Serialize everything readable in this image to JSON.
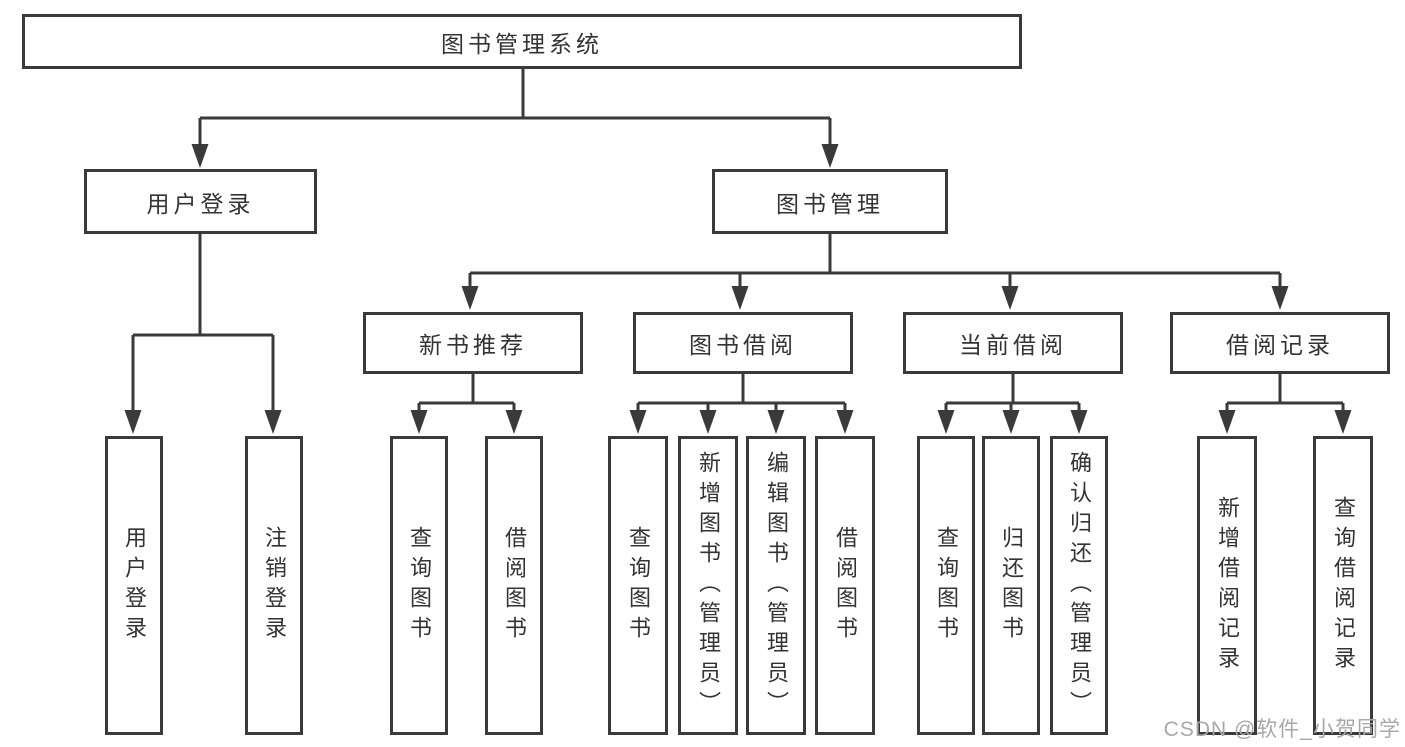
{
  "tree": {
    "label": "图书管理系统",
    "children": [
      {
        "label": "用户登录",
        "children": [
          {
            "label": "用户登录"
          },
          {
            "label": "注销登录"
          }
        ]
      },
      {
        "label": "图书管理",
        "children": [
          {
            "label": "新书推荐",
            "children": [
              {
                "label": "查询图书"
              },
              {
                "label": "借阅图书"
              }
            ]
          },
          {
            "label": "图书借阅",
            "children": [
              {
                "label": "查询图书"
              },
              {
                "label": "新增图书（管理员）"
              },
              {
                "label": "编辑图书（管理员）"
              },
              {
                "label": "借阅图书"
              }
            ]
          },
          {
            "label": "当前借阅",
            "children": [
              {
                "label": "查询图书"
              },
              {
                "label": "归还图书"
              },
              {
                "label": "确认归还（管理员）"
              }
            ]
          },
          {
            "label": "借阅记录",
            "children": [
              {
                "label": "新增借阅记录"
              },
              {
                "label": "查询借阅记录"
              }
            ]
          }
        ]
      }
    ]
  },
  "watermark": "CSDN @软件_小贺同学",
  "colors": {
    "box_border": "#3a3a3a",
    "box_fill": "#ffffff",
    "text": "#333333",
    "connector": "#3a3a3a",
    "watermark": "#a8a8a8",
    "background": "#ffffff"
  }
}
